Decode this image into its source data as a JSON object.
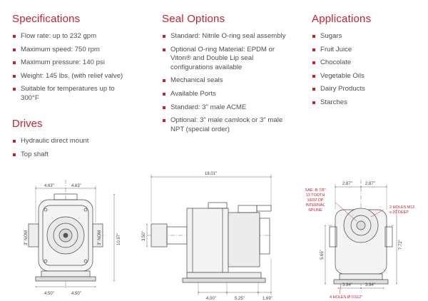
{
  "specifications": {
    "title": "Specifications",
    "items": [
      "Flow rate: up to 232 gpm",
      "Maximum speed: 750 rpm",
      "Maximum pressure: 140 psi",
      "Weight: 145 lbs. (with relief valve)",
      "Suitable for temperatures up to 300°F"
    ]
  },
  "drives": {
    "title": "Drives",
    "items": [
      "Hydraulic direct mount",
      "Top shaft"
    ]
  },
  "seal_options": {
    "title": "Seal Options",
    "items": [
      "Standard: Nitrile O-ring seal assembly",
      "Optional O-ring Material: EPDM or Viton® and Double Lip seal configurations available",
      "Mechanical seals",
      "Available Ports",
      "Standard: 3\" male ACME",
      "Optional: 3\" male camlock or 3\" male NPT (special order)"
    ]
  },
  "applications": {
    "title": "Applications",
    "items": [
      "Sugars",
      "Fruit Juice",
      "Chocolate",
      "Vegetable Oils",
      "Dairy Products",
      "Starches"
    ]
  },
  "drawings": {
    "front": {
      "top_left": "4.63\"",
      "top_right": "4.63\"",
      "bottom_left": "4.50\"",
      "bottom_right": "4.50\"",
      "port_left": "3\" NOM",
      "port_right": "3\" NOM",
      "height": "10.97\""
    },
    "side": {
      "overall": "18.01\"",
      "height": "3.50\"",
      "b1": "4.00\"",
      "b2": "5.25\"",
      "b3": "1.69\""
    },
    "rear": {
      "t1": "2.87\"",
      "t2": "2.87\"",
      "spline": [
        "SAE -B 7/8\"",
        "13 TOOTH",
        "16/32 DP",
        "INTERNAL",
        "SPLINE"
      ],
      "holes_top": [
        "2 HOLES M12",
        "x 20 DEEP"
      ],
      "left_h": "5.65\"",
      "right_h": "7.72\"",
      "b1": "3.94\"",
      "b2": "3.94\"",
      "holes_bottom": "4 HOLES Ø 0.512\""
    }
  }
}
